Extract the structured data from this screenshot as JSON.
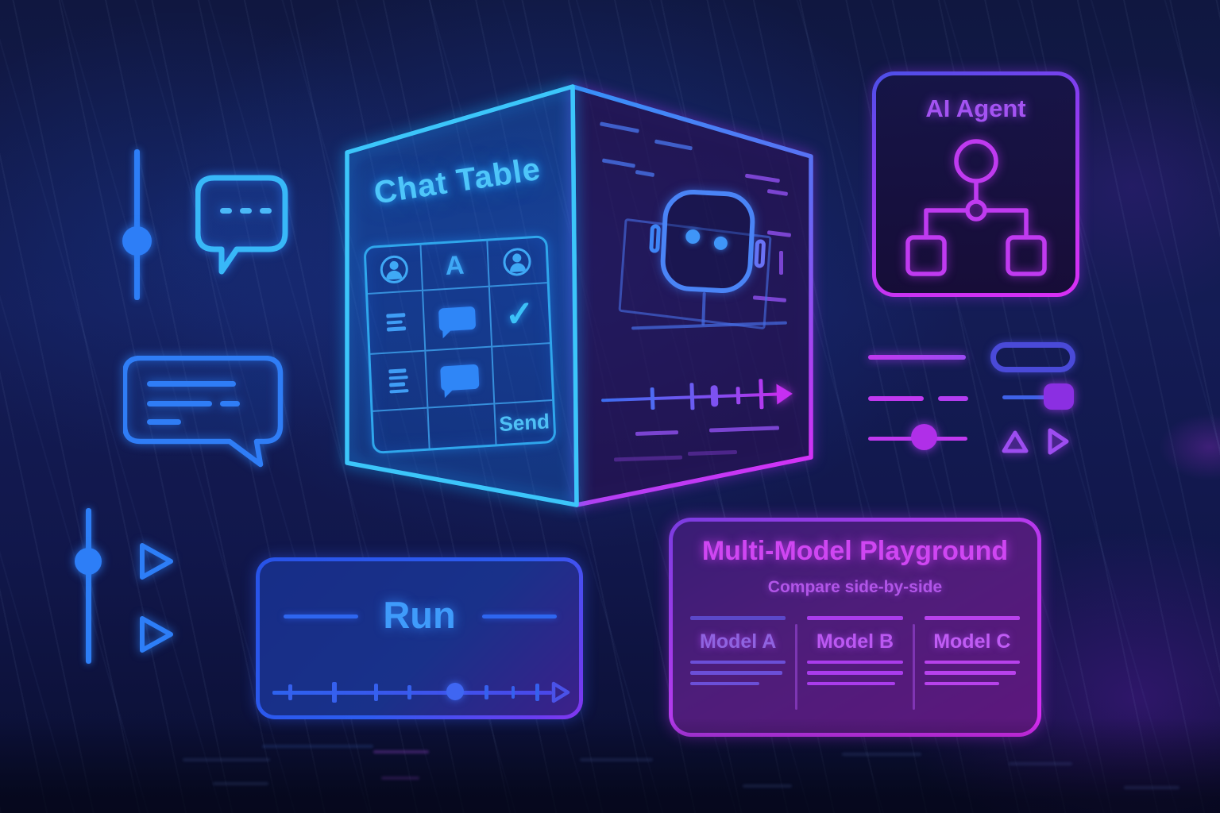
{
  "cube": {
    "title": "Chat Table",
    "table": {
      "header_letter": "A",
      "check_glyph": "✓",
      "send_label": "Send"
    }
  },
  "ai_agent_panel": {
    "title": "AI Agent"
  },
  "run_panel": {
    "label": "Run"
  },
  "playground_panel": {
    "title": "Multi-Model Playground",
    "subtitle": "Compare side-by-side",
    "models": [
      {
        "label": "Model A"
      },
      {
        "label": "Model B"
      },
      {
        "label": "Model C"
      }
    ]
  },
  "colors": {
    "title-cyan": "#4ec6fa",
    "neon-cyan": "#3cc6fa",
    "neon-blue": "#2d7ef7",
    "neon-violet": "#6b5cf2",
    "neon-magenta": "#d32ef0",
    "agent-purple": "#a453f2",
    "handle-purple": "#8b2fe2",
    "bg-navy": "#121a4e"
  }
}
